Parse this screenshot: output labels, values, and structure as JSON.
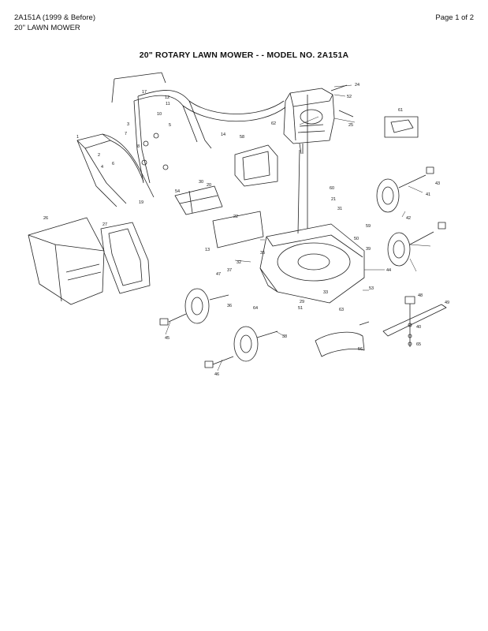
{
  "header": {
    "doc_code": "2A151A (1999 & Before)",
    "doc_subtitle": "20\" LAWN MOWER",
    "page": "Page 1 of 2"
  },
  "title": "20\" ROTARY LAWN MOWER - - MODEL NO. 2A151A",
  "part_labels": {
    "p1": "1",
    "p2": "2",
    "p3": "3",
    "p4": "4",
    "p5": "5",
    "p6": "6",
    "p7": "7",
    "p8": "8",
    "p10": "10",
    "p11": "11",
    "p12": "12",
    "p13": "13",
    "p14": "14",
    "p17": "17",
    "p19": "19",
    "p20": "20",
    "p21": "21",
    "p22": "22",
    "p24": "24",
    "p25": "25",
    "p26": "26",
    "p27": "27",
    "p29": "29",
    "p30": "30",
    "p31": "31",
    "p32": "32",
    "p33": "33",
    "p35": "35",
    "p36": "36",
    "p37": "37",
    "p38": "38",
    "p39": "39",
    "p40": "40",
    "p41": "41",
    "p42": "42",
    "p43": "43",
    "p44": "44",
    "p45": "45",
    "p46": "46",
    "p47": "47",
    "p48": "48",
    "p49": "49",
    "p50": "50",
    "p51": "51",
    "p52": "52",
    "p53": "53",
    "p54": "54",
    "p56": "56",
    "p58": "58",
    "p59": "59",
    "p60": "60",
    "p61": "61",
    "p62": "62",
    "p63": "63",
    "p64": "64",
    "p65": "65"
  }
}
